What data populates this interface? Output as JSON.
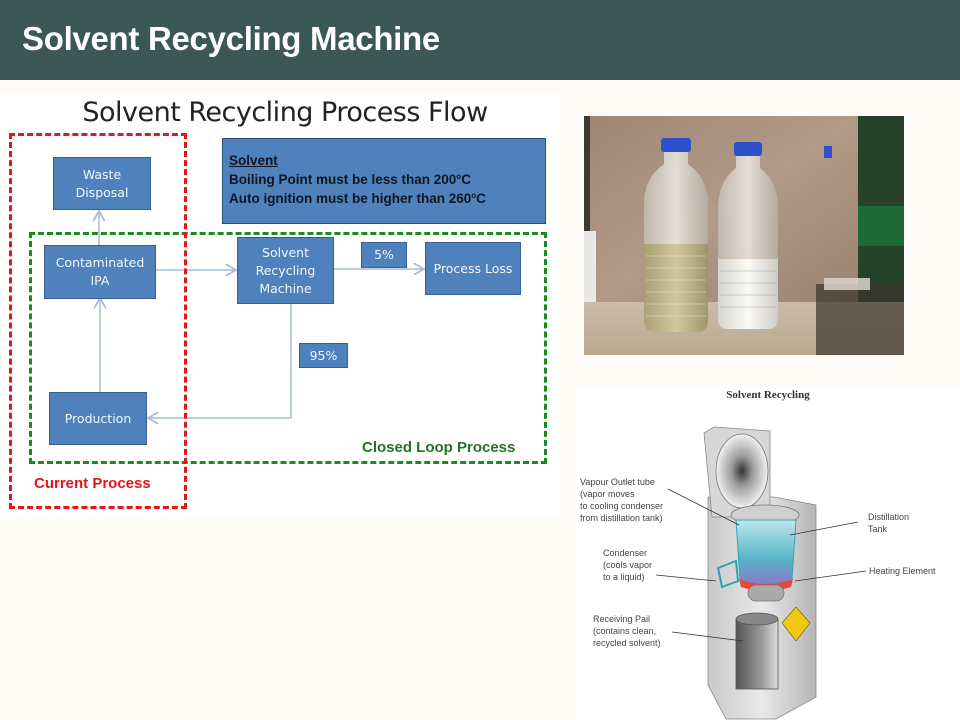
{
  "slide": {
    "title": "Solvent Recycling Machine"
  },
  "flow_diagram": {
    "heading": "Solvent Recycling Process Flow",
    "nodes": {
      "waste_disposal": "Waste Disposal",
      "contaminated_ipa": "Contaminated IPA",
      "solvent_recycling_machine": "Solvent Recycling Machine",
      "process_loss": "Process Loss",
      "production": "Production"
    },
    "percentages": {
      "loss": "5%",
      "recycled": "95%"
    },
    "info_box": {
      "heading": "Solvent",
      "line1_prefix": "Boiling Point must be less than 200",
      "line2_prefix": "Auto ignition must be higher than 260",
      "degree_mark": "o",
      "unit": "C"
    },
    "regions": {
      "current_process": "Current Process",
      "closed_loop_process": "Closed Loop Process"
    },
    "colors": {
      "node_fill": "#4f81bd",
      "current_process": "#e8141b",
      "closed_loop": "#1d8a20",
      "connector": "#a9bcd8"
    }
  },
  "photo": {
    "subject": "two bottles: contaminated solvent (left, yellowish) and recycled solvent (right, clear)"
  },
  "machine_illustration": {
    "title": "Solvent Recycling",
    "labels": {
      "vapour_outlet": "Vapour Outlet tube\n(vapor moves\nto cooling condenser\nfrom distillation tank)",
      "distillation_tank": "Distillation\nTank",
      "condenser": "Condenser\n(cools vapor\nto a liquid)",
      "heating_element": "Heating Element",
      "receiving_pail": "Receiving Pail\n(contains clean,\nrecycled solvent)"
    }
  }
}
